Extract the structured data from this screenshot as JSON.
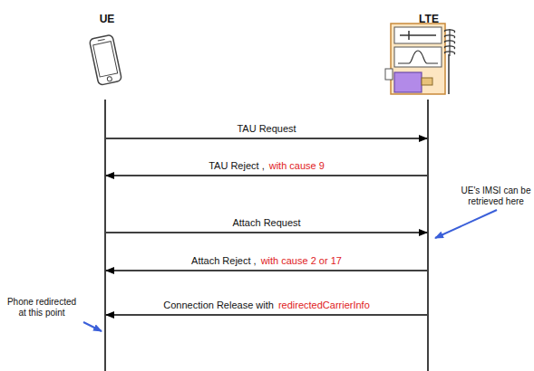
{
  "diagram": {
    "nodes": [
      {
        "text": [
          "UE"
        ]
      },
      {
        "text": [
          "LTE"
        ]
      }
    ],
    "edges": [
      {
        "from": 0,
        "to": 1,
        "arrow": "to",
        "label": "TAU Request"
      },
      {
        "from": 1,
        "to": 0,
        "arrow": "to",
        "label": "TAU Reject ,"
      },
      {
        "from": 0,
        "to": 1,
        "arrow": "to",
        "label": "Attach Request"
      },
      {
        "from": 1,
        "to": 0,
        "arrow": "to",
        "label": "Attach Reject ,"
      },
      {
        "from": 1,
        "to": 0,
        "arrow": "to",
        "label": "Connection Release with"
      }
    ],
    "labels": [
      "with cause 9",
      "with cause 2 or 17",
      "redirectedCarrierInfo",
      "UE's IMSI can be retrieved here",
      "Phone redirected at this point"
    ]
  }
}
